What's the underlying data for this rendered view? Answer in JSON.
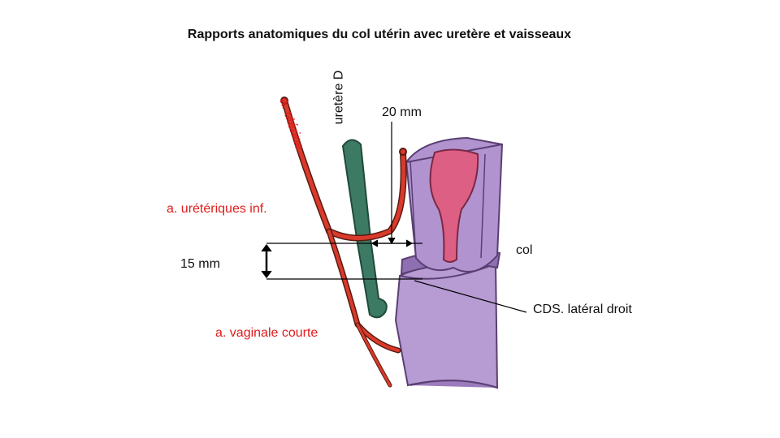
{
  "title": "Rapports anatomiques du col utérin avec uretère et vaisseaux",
  "labels": {
    "uterine_artery": "a. utérine",
    "ureter": "uretère D",
    "distance_20": "20 mm",
    "ureteric_arteries": "a. urétériques inf.",
    "distance_15": "15 mm",
    "cervix": "col",
    "lateral_fornix": "CDS. latéral droit",
    "vaginal_artery": "a. vaginale courte"
  },
  "colors": {
    "artery": "#d93a2b",
    "ureter": "#3d7a63",
    "uterus": "#a989c9",
    "cavity": "#d9587a",
    "red_text": "#e01b1b"
  }
}
